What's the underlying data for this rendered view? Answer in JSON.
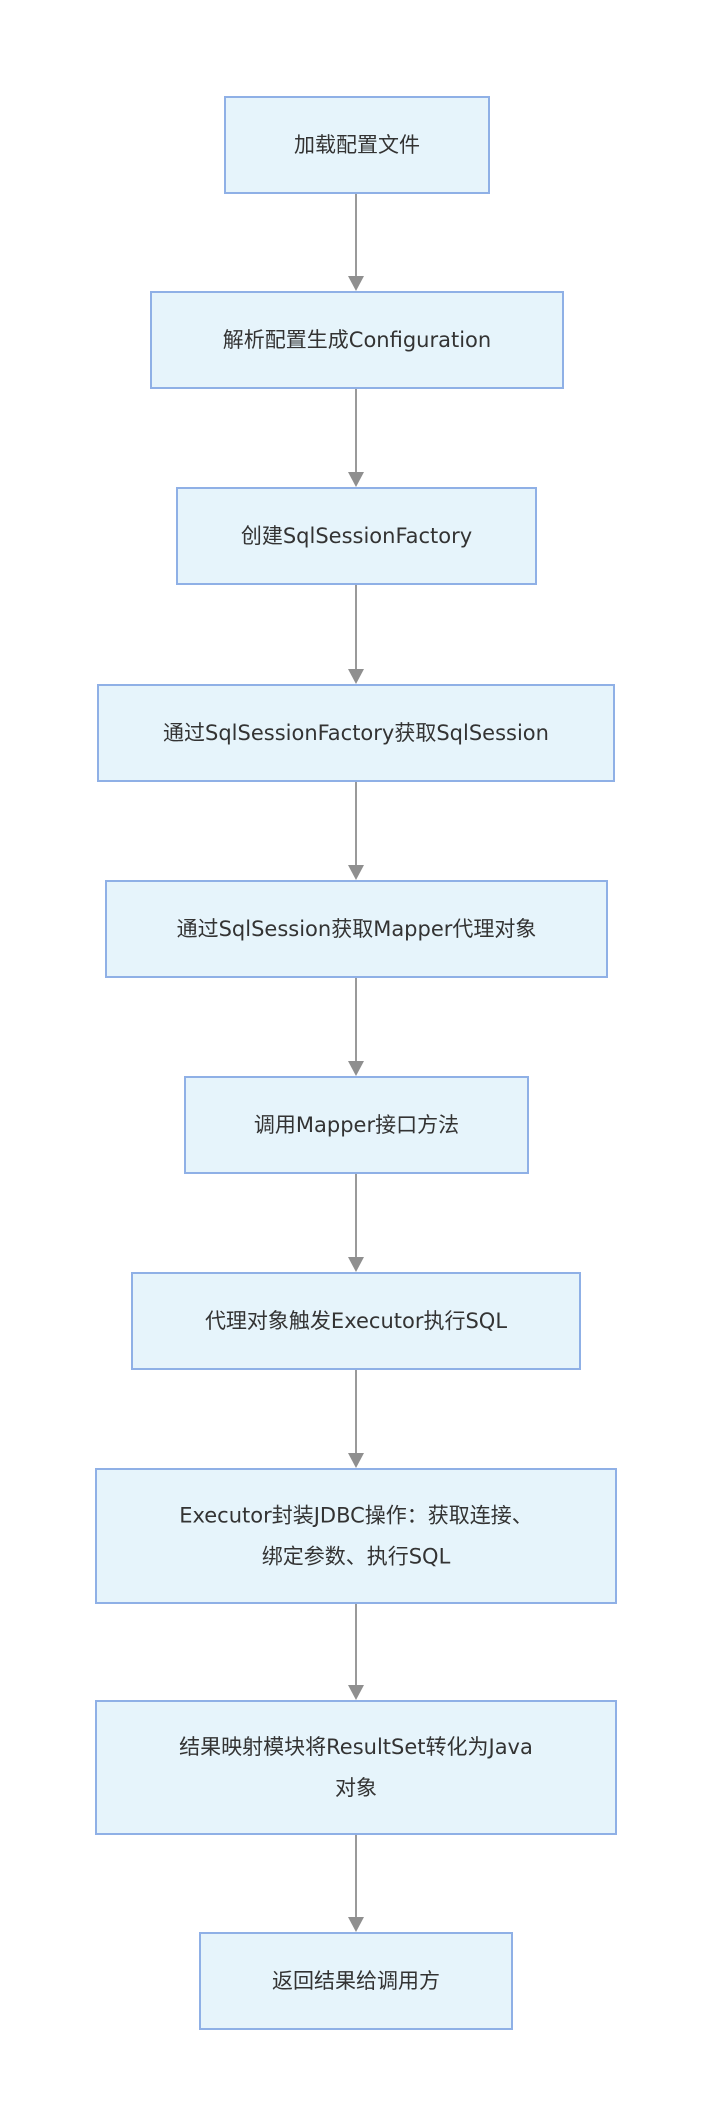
{
  "flowchart": {
    "nodes": [
      {
        "id": "n1",
        "lines": [
          "加载配置文件"
        ]
      },
      {
        "id": "n2",
        "lines": [
          "解析配置生成Configuration"
        ]
      },
      {
        "id": "n3",
        "lines": [
          "创建SqlSessionFactory"
        ]
      },
      {
        "id": "n4",
        "lines": [
          "通过SqlSessionFactory获取SqlSession"
        ]
      },
      {
        "id": "n5",
        "lines": [
          "通过SqlSession获取Mapper代理对象"
        ]
      },
      {
        "id": "n6",
        "lines": [
          "调用Mapper接口方法"
        ]
      },
      {
        "id": "n7",
        "lines": [
          "代理对象触发Executor执行SQL"
        ]
      },
      {
        "id": "n8",
        "lines": [
          "Executor封装JDBC操作：获取连接、",
          "绑定参数、执行SQL"
        ]
      },
      {
        "id": "n9",
        "lines": [
          "结果映射模块将ResultSet转化为Java",
          "对象"
        ]
      },
      {
        "id": "n10",
        "lines": [
          "返回结果给调用方"
        ]
      }
    ],
    "edges": [
      {
        "from": "n1",
        "to": "n2"
      },
      {
        "from": "n2",
        "to": "n3"
      },
      {
        "from": "n3",
        "to": "n4"
      },
      {
        "from": "n4",
        "to": "n5"
      },
      {
        "from": "n5",
        "to": "n6"
      },
      {
        "from": "n6",
        "to": "n7"
      },
      {
        "from": "n7",
        "to": "n8"
      },
      {
        "from": "n8",
        "to": "n9"
      },
      {
        "from": "n9",
        "to": "n10"
      }
    ],
    "colors": {
      "node_fill": "#e6f4fb",
      "node_border": "#8fb0e6",
      "edge": "#9a9a9a",
      "text": "#333333"
    }
  }
}
